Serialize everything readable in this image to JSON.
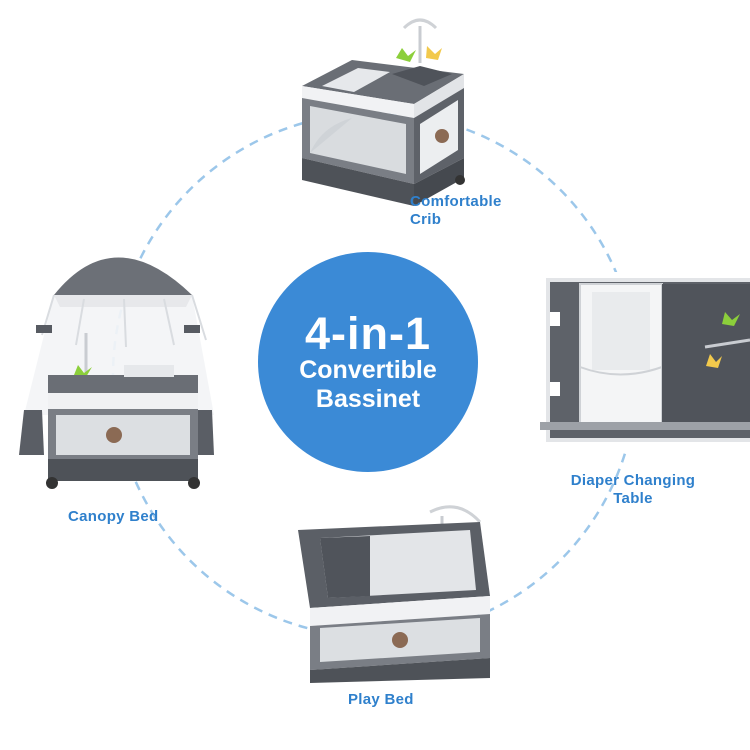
{
  "center": {
    "line1": "4-in-1",
    "line2": "Convertible",
    "line3": "Bassinet"
  },
  "labels": {
    "crib_line1": "Comfortable",
    "crib_line2": "Crib",
    "canopy": "Canopy Bed",
    "diaper_line1": "Diaper Changing",
    "diaper_line2": "Table",
    "play": "Play Bed"
  },
  "colors": {
    "accent_blue": "#3b8ad6",
    "label_blue": "#2f80cc",
    "dash_blue": "#9cc7ea",
    "fabric_grey": "#5d6168",
    "mesh_light": "#e7e9ec"
  }
}
